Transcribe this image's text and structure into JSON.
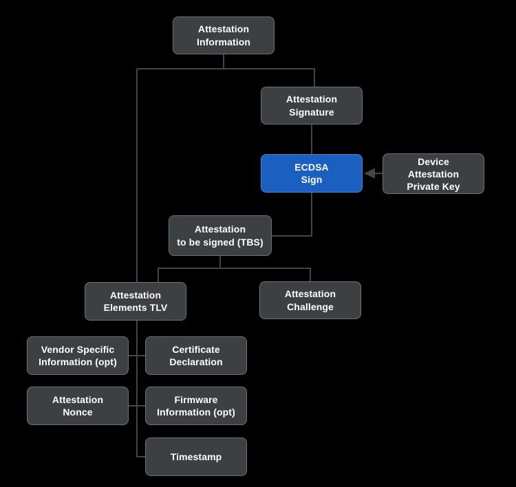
{
  "colors": {
    "background": "#000000",
    "node_fill": "#3c4043",
    "node_border": "#6f7377",
    "node_text": "#ffffff",
    "accent_fill": "#1b5fc1",
    "accent_border": "#4d82d3",
    "connector": "#42464a"
  },
  "diagram": {
    "type": "flowchart",
    "nodes": [
      {
        "id": "attestation-information",
        "label": "Attestation\nInformation",
        "accent": false
      },
      {
        "id": "attestation-signature",
        "label": "Attestation\nSignature",
        "accent": false
      },
      {
        "id": "ecdsa-sign",
        "label": "ECDSA\nSign",
        "accent": true
      },
      {
        "id": "device-attestation-private-key",
        "label": "Device\nAttestation\nPrivate Key",
        "accent": false
      },
      {
        "id": "attestation-to-be-signed-tbs",
        "label": "Attestation\nto be signed (TBS)",
        "accent": false
      },
      {
        "id": "attestation-elements-tlv",
        "label": "Attestation\nElements TLV",
        "accent": false
      },
      {
        "id": "attestation-challenge",
        "label": "Attestation\nChallenge",
        "accent": false
      },
      {
        "id": "vendor-specific-information",
        "label": "Vendor Specific\nInformation (opt)",
        "accent": false
      },
      {
        "id": "certificate-declaration",
        "label": "Certificate\nDeclaration",
        "accent": false
      },
      {
        "id": "attestation-nonce",
        "label": "Attestation\nNonce",
        "accent": false
      },
      {
        "id": "firmware-information",
        "label": "Firmware\nInformation (opt)",
        "accent": false
      },
      {
        "id": "timestamp",
        "label": "Timestamp",
        "accent": false
      }
    ],
    "edges": [
      {
        "from": "attestation-information",
        "to": "attestation-signature",
        "style": "elbow"
      },
      {
        "from": "attestation-information",
        "to": "attestation-elements-tlv",
        "style": "elbow"
      },
      {
        "from": "attestation-signature",
        "to": "ecdsa-sign",
        "style": "straight"
      },
      {
        "from": "device-attestation-private-key",
        "to": "ecdsa-sign",
        "style": "arrow-left"
      },
      {
        "from": "ecdsa-sign",
        "to": "attestation-to-be-signed-tbs",
        "style": "elbow"
      },
      {
        "from": "attestation-to-be-signed-tbs",
        "to": "attestation-elements-tlv",
        "style": "elbow"
      },
      {
        "from": "attestation-to-be-signed-tbs",
        "to": "attestation-challenge",
        "style": "elbow"
      },
      {
        "from": "attestation-elements-tlv",
        "to": "vendor-specific-information",
        "style": "elbow"
      },
      {
        "from": "attestation-elements-tlv",
        "to": "certificate-declaration",
        "style": "elbow"
      },
      {
        "from": "attestation-elements-tlv",
        "to": "attestation-nonce",
        "style": "elbow"
      },
      {
        "from": "attestation-elements-tlv",
        "to": "firmware-information",
        "style": "elbow"
      },
      {
        "from": "attestation-elements-tlv",
        "to": "timestamp",
        "style": "elbow"
      }
    ]
  }
}
